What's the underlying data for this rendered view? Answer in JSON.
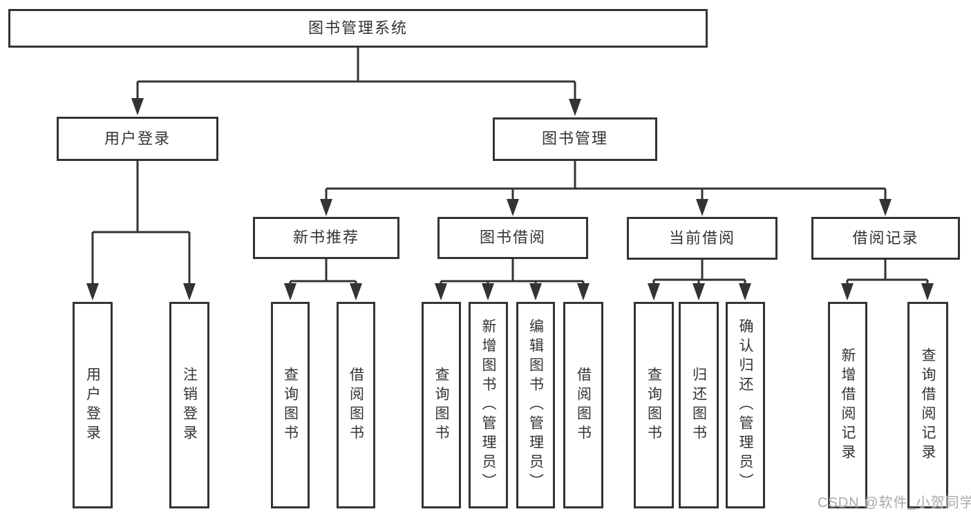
{
  "diagram": {
    "root": {
      "label": "图书管理系统"
    },
    "level2": [
      {
        "label": "用户登录"
      },
      {
        "label": "图书管理"
      }
    ],
    "level3": [
      {
        "label": "新书推荐"
      },
      {
        "label": "图书借阅"
      },
      {
        "label": "当前借阅"
      },
      {
        "label": "借阅记录"
      }
    ],
    "leaves": {
      "user_login": [
        "用户登录",
        "注销登录"
      ],
      "new_book": [
        "查询图书",
        "借阅图书"
      ],
      "book_borrow": [
        "查询图书",
        "新增图书（管理员）",
        "编辑图书（管理员）",
        "借阅图书"
      ],
      "current_borrow": [
        "查询图书",
        "归还图书",
        "确认归还（管理员）"
      ],
      "borrow_record": [
        "新增借阅记录",
        "查询借阅记录"
      ]
    }
  },
  "watermark": {
    "text": "CSDN @软件_小贺同学"
  },
  "colors": {
    "line": "#333333",
    "text": "#333333",
    "watermark": "#a9a9a9",
    "background": "#ffffff"
  }
}
